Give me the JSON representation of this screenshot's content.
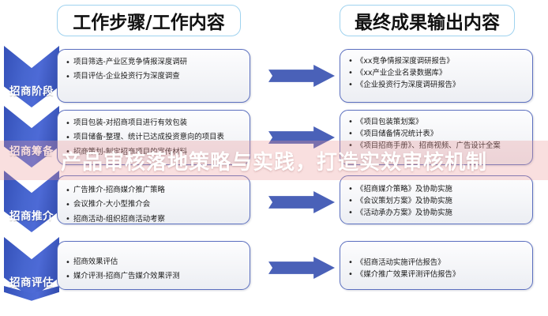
{
  "headers": {
    "left": "工作步骤/工作内容",
    "right": "最终成果输出内容"
  },
  "stages": [
    {
      "label": "招商阶段"
    },
    {
      "label": "招商筹备"
    },
    {
      "label": "招商推介"
    },
    {
      "label": "招商评估"
    }
  ],
  "steps": [
    {
      "items": [
        "项目筛选-产业区竞争情报深度调研",
        "项目评估-企业投资行为深度调查"
      ]
    },
    {
      "items": [
        "项目包装-对招商项目进行有效包装",
        "项目储备-整理、统计已达成投资意向的项目表",
        "招商策划-制定招商项目的宣传材料"
      ]
    },
    {
      "items": [
        "广告推介-招商媒介推广策略",
        "会议推介-大小型推介会",
        "招商活动-组织招商活动考察"
      ]
    },
    {
      "items": [
        "招商效果评估",
        "媒介评测-招商广告媒介效果评测"
      ]
    }
  ],
  "outputs": [
    {
      "items": [
        "《xx竞争情报深度调研报告》",
        "《xx产业企业名录数据库》",
        "《企业投资行为深度调研报告》"
      ]
    },
    {
      "items": [
        "《项目包装策划案》",
        "《项目储备情况统计表》",
        "《项目招商手册》、招商视频、广告设计全案"
      ]
    },
    {
      "items": [
        "《招商媒介策略》及协助实施",
        "《会议策划方案》及协助实施",
        "《活动承办方案》及协助实施"
      ]
    },
    {
      "items": [
        "《招商活动实施评估报告》",
        "《媒介推广效果评测评估报告》"
      ]
    }
  ],
  "watermark": {
    "text": "产品审核落地策略与实践，打造实效审核机制"
  },
  "colors": {
    "chevron": "#4766cf",
    "arrow": "#4a61b8",
    "header_border": "#9fd2ef",
    "card_border": "#5b6fbf",
    "watermark_band": "#ec9696"
  }
}
